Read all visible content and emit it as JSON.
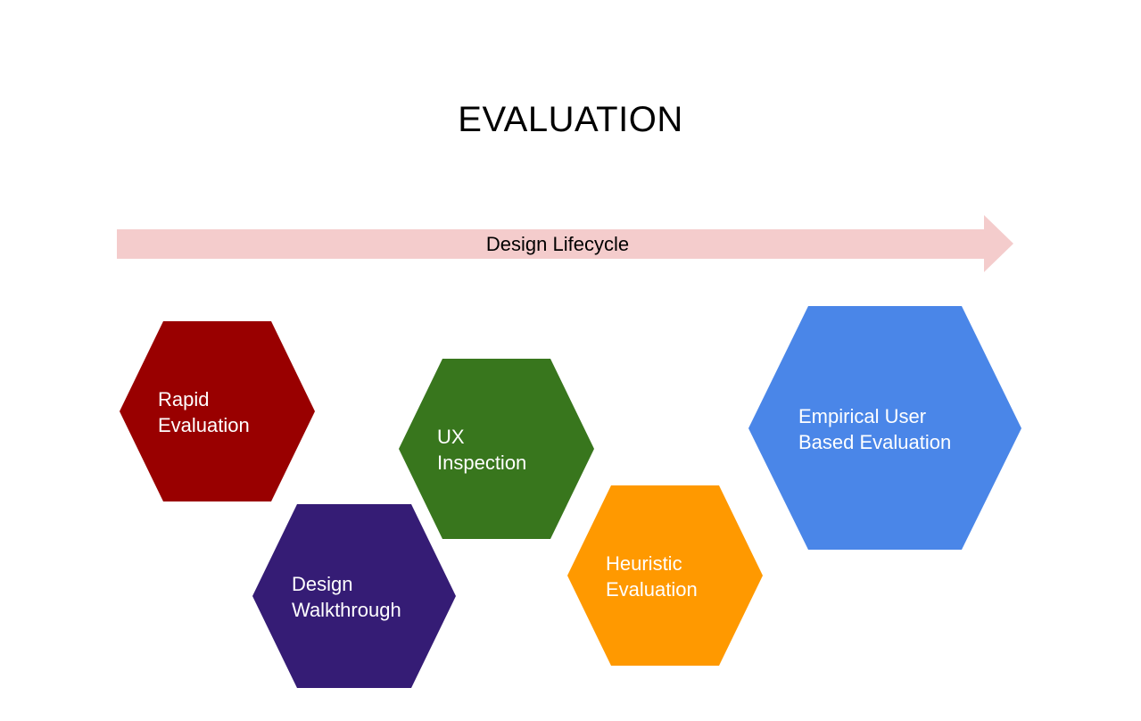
{
  "slide": {
    "title": "EVALUATION"
  },
  "lifecycle_arrow": {
    "label": "Design Lifecycle",
    "color": "#f4cccc"
  },
  "methods": [
    {
      "id": "rapid-evaluation",
      "lines": [
        "Rapid",
        "Evaluation"
      ],
      "color": "#990000"
    },
    {
      "id": "design-walkthrough",
      "lines": [
        "Design",
        "Walkthrough"
      ],
      "color": "#351c75"
    },
    {
      "id": "ux-inspection",
      "lines": [
        "UX",
        "Inspection"
      ],
      "color": "#38761d"
    },
    {
      "id": "heuristic-evaluation",
      "lines": [
        "Heuristic",
        "Evaluation"
      ],
      "color": "#ff9900"
    },
    {
      "id": "empirical-user-based-evaluation",
      "lines": [
        "Empirical User",
        "Based Evaluation"
      ],
      "color": "#4a86e8"
    }
  ]
}
